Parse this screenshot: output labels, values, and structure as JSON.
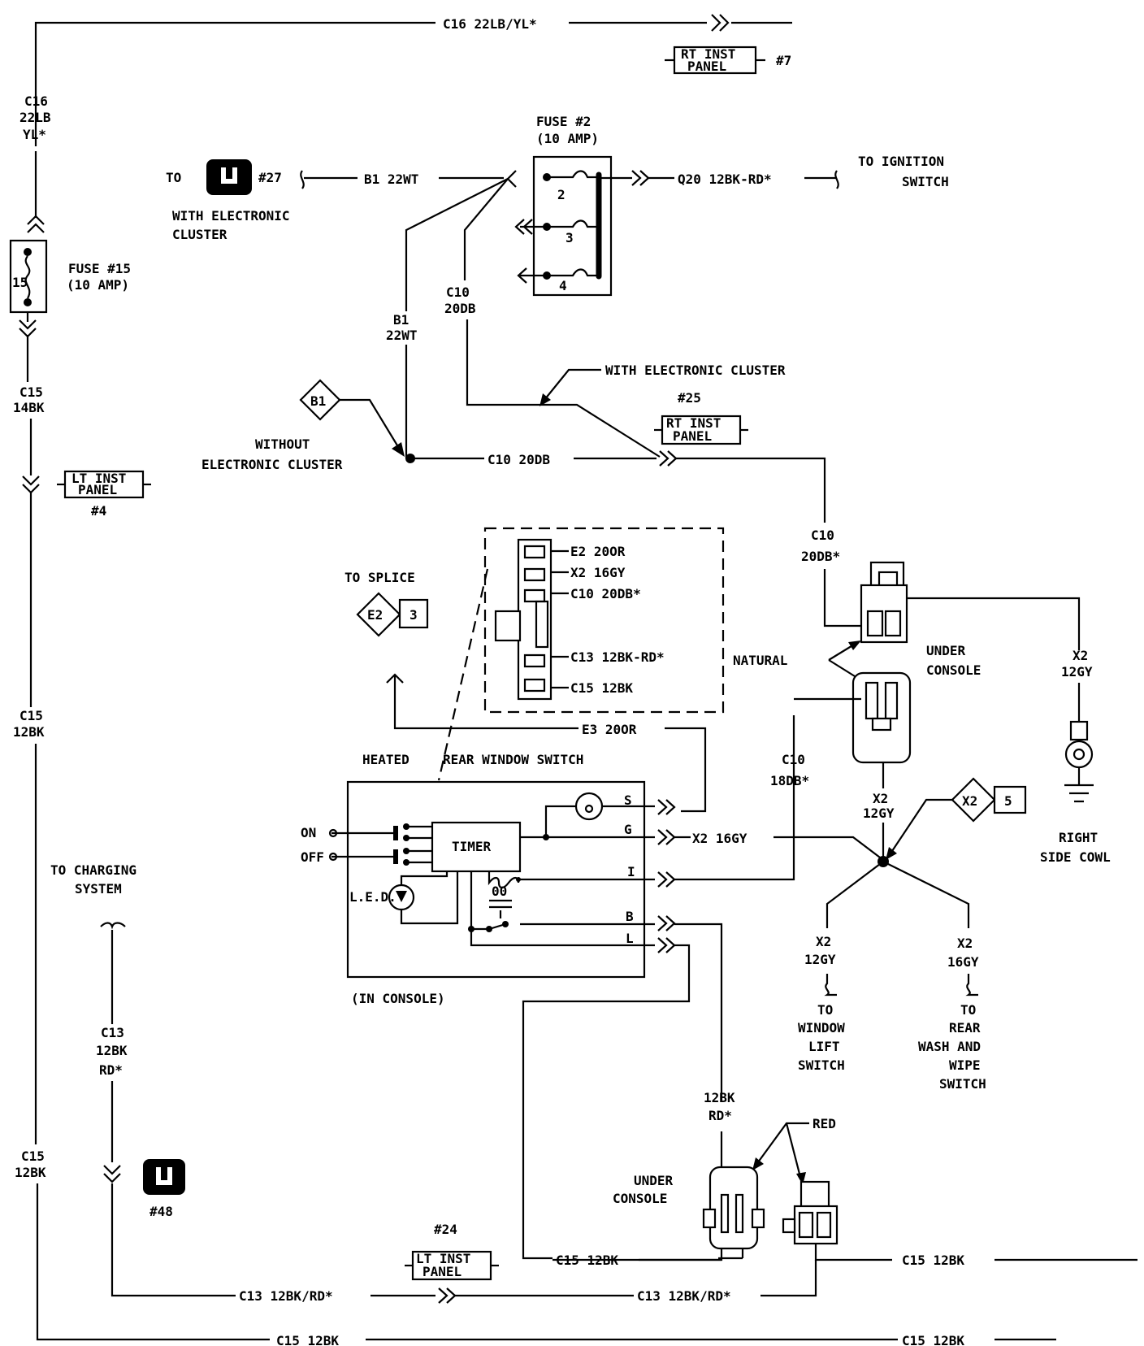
{
  "circuits": {
    "c16_top": "C16 22LB/YL*",
    "c16_a": "C16",
    "c16_b": "22LB",
    "c16_c": "YL*",
    "c15_14bk_a": "C15",
    "c15_14bk_b": "14BK",
    "c15_left_a": "C15",
    "c15_left_b": "12BK",
    "c15_left2_a": "C15",
    "c15_left2_b": "12BK",
    "c15_bottom_left": "C15 12BK",
    "c15_bottom_right": "C15 12BK",
    "c15_mid": "C15 12BK",
    "c15_right": "C15 12BK",
    "c13_a": "C13",
    "c13_b": "12BK",
    "c13_c": "RD*",
    "c13_bottom_left": "C13 12BK/RD*",
    "c13_bottom_right": "C13 12BK/RD*",
    "b1_top": "B1 22WT",
    "b1_a": "B1",
    "b1_b": "22WT",
    "q20": "Q20 12BK-RD*",
    "c10_a": "C10",
    "c10_b": "20DB",
    "c10_mid": "C10 20DB",
    "c10_right_a": "C10",
    "c10_right_b": "20DB*",
    "c10_18_a": "C10",
    "c10_18_b": "18DB*",
    "e3": "E3 20OR",
    "x2_16gy": "X2 16GY",
    "x2_right_a": "X2",
    "x2_right_b": "12GY",
    "x2_mid_a": "X2",
    "x2_mid_b": "12GY",
    "x2_low1_a": "X2",
    "x2_low1_b": "12GY",
    "x2_low2_a": "X2",
    "x2_low2_b": "16GY",
    "bk_rd_a": "12BK",
    "bk_rd_b": "RD*"
  },
  "connector_pins": {
    "e2": "E2 20OR",
    "x2": "X2 16GY",
    "c10": "C10 20DB*",
    "c13": "C13 12BK-RD*",
    "c15": "C15 12BK"
  },
  "labels": {
    "rt_inst_panel_a": "RT INST",
    "rt_inst_panel_b": "PANEL",
    "rt_inst_7": "#7",
    "fuse2_a": "FUSE #2",
    "fuse2_b": "(10 AMP)",
    "fuse15_a": "FUSE #15",
    "fuse15_b": "(10 AMP)",
    "fuse15_num": "15",
    "fuse2_pin2": "2",
    "fuse2_pin3": "3",
    "fuse2_pin4": "4",
    "to": "TO",
    "ref27": "#27",
    "with_cluster_a": "WITH ELECTRONIC",
    "with_cluster_b": "CLUSTER",
    "to_ignition_a": "TO IGNITION",
    "to_ignition_b": "SWITCH",
    "with_electronic_cluster": "WITH ELECTRONIC CLUSTER",
    "ref25": "#25",
    "rt_inst2_a": "RT INST",
    "rt_inst2_b": "PANEL",
    "without_a": "WITHOUT",
    "without_b": "ELECTRONIC CLUSTER",
    "b1_diamond": "B1",
    "lt_inst_a": "LT INST",
    "lt_inst_b": "PANEL",
    "ref4": "#4",
    "to_splice": "TO SPLICE",
    "e2_diamond": "E2",
    "e2_num": "3",
    "natural": "NATURAL",
    "under_console_a": "UNDER",
    "under_console_b": "CONSOLE",
    "heated_a": "HEATED",
    "heated_b": "REAR WINDOW SWITCH",
    "timer": "TIMER",
    "on": "ON",
    "off": "OFF",
    "led": "L.E.D.",
    "pin_s": "S",
    "pin_g": "G",
    "pin_i": "I",
    "pin_b": "B",
    "pin_l": "L",
    "in_console": "(IN CONSOLE)",
    "to_charging_a": "TO CHARGING",
    "to_charging_b": "SYSTEM",
    "ref48": "#48",
    "x2_diamond": "X2",
    "x2_num": "5",
    "right_side_a": "RIGHT",
    "right_side_b": "SIDE COWL",
    "to_window_a": "TO",
    "to_window_b": "WINDOW",
    "to_window_c": "LIFT",
    "to_window_d": "SWITCH",
    "to_rear_a": "TO",
    "to_rear_b": "REAR",
    "to_rear_c": "WASH AND",
    "to_rear_d": "WIPE",
    "to_rear_e": "SWITCH",
    "red": "RED",
    "under_console2_a": "UNDER",
    "under_console2_b": "CONSOLE",
    "ref24": "#24",
    "lt_inst2_a": "LT INST",
    "lt_inst2_b": "PANEL",
    "timer_cap": "00"
  }
}
